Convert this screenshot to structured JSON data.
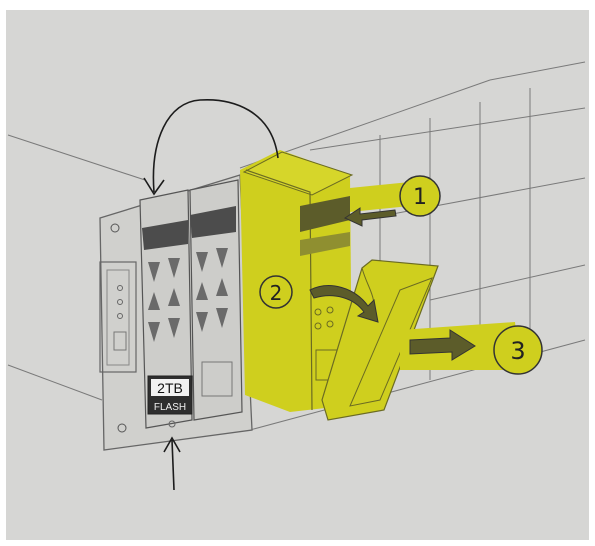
{
  "label": {
    "capacity": "2TB",
    "type": "FLASH"
  },
  "steps": [
    {
      "number": "1"
    },
    {
      "number": "2"
    },
    {
      "number": "3"
    }
  ],
  "colors": {
    "paper": "#d6d6d4",
    "highlight": "#cfcf1e",
    "pencil": "#6f6f6f",
    "ink": "#1c1c1c",
    "label_bg": "#2e2e2e"
  }
}
